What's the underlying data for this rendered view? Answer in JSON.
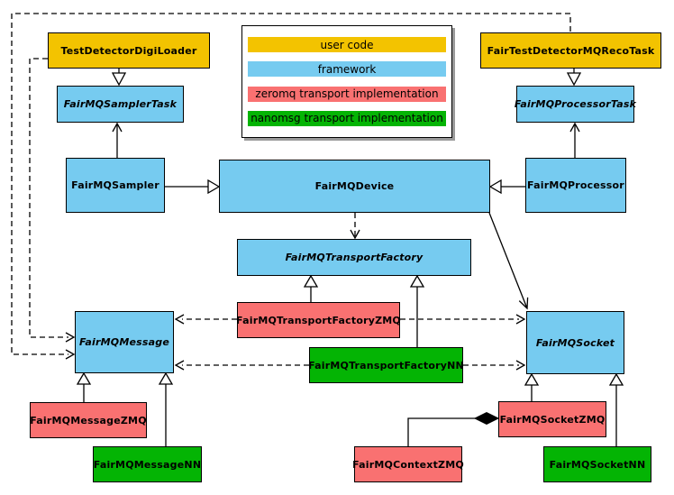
{
  "palette": {
    "user-code": "#F3C300",
    "framework": "#76CBF0",
    "zeromq": "#F97171",
    "nanomsg": "#04B404",
    "line": "#000000",
    "bg": "#FFFFFF"
  },
  "legend": {
    "items": [
      {
        "id": "user-code",
        "label": "user code"
      },
      {
        "id": "framework",
        "label": "framework"
      },
      {
        "id": "zeromq",
        "label": "zeromq transport implementation"
      },
      {
        "id": "nanomsg",
        "label": "nanomsg transport implementation"
      }
    ]
  },
  "nodes": {
    "digiloader": {
      "label": "TestDetectorDigiLoader",
      "category": "user-code",
      "abstract": false
    },
    "recotask": {
      "label": "FairTestDetectorMQRecoTask",
      "category": "user-code",
      "abstract": false
    },
    "samplertask": {
      "label": "FairMQSamplerTask",
      "category": "framework",
      "abstract": true
    },
    "processortask": {
      "label": "FairMQProcessorTask",
      "category": "framework",
      "abstract": true
    },
    "sampler": {
      "label": "FairMQSampler",
      "category": "framework",
      "abstract": false
    },
    "device": {
      "label": "FairMQDevice",
      "category": "framework",
      "abstract": false
    },
    "processor": {
      "label": "FairMQProcessor",
      "category": "framework",
      "abstract": false
    },
    "factory": {
      "label": "FairMQTransportFactory",
      "category": "framework",
      "abstract": true
    },
    "factoryzmq": {
      "label": "FairMQTransportFactoryZMQ",
      "category": "zeromq",
      "abstract": false
    },
    "factorynn": {
      "label": "FairMQTransportFactoryNN",
      "category": "nanomsg",
      "abstract": false
    },
    "message": {
      "label": "FairMQMessage",
      "category": "framework",
      "abstract": true
    },
    "socket": {
      "label": "FairMQSocket",
      "category": "framework",
      "abstract": true
    },
    "messagezmq": {
      "label": "FairMQMessageZMQ",
      "category": "zeromq",
      "abstract": false
    },
    "messagenn": {
      "label": "FairMQMessageNN",
      "category": "nanomsg",
      "abstract": false
    },
    "socketzmq": {
      "label": "FairMQSocketZMQ",
      "category": "zeromq",
      "abstract": false
    },
    "socketnn": {
      "label": "FairMQSocketNN",
      "category": "nanomsg",
      "abstract": false
    },
    "contextzmq": {
      "label": "FairMQContextZMQ",
      "category": "zeromq",
      "abstract": false
    }
  },
  "edges": [
    {
      "from": "TestDetectorDigiLoader",
      "to": "FairMQSamplerTask",
      "type": "inheritance"
    },
    {
      "from": "FairTestDetectorMQRecoTask",
      "to": "FairMQProcessorTask",
      "type": "inheritance"
    },
    {
      "from": "FairMQSampler",
      "to": "FairMQSamplerTask",
      "type": "association"
    },
    {
      "from": "FairMQProcessor",
      "to": "FairMQProcessorTask",
      "type": "association"
    },
    {
      "from": "FairMQSampler",
      "to": "FairMQDevice",
      "type": "inheritance"
    },
    {
      "from": "FairMQProcessor",
      "to": "FairMQDevice",
      "type": "inheritance"
    },
    {
      "from": "FairMQDevice",
      "to": "FairMQTransportFactory",
      "type": "dependency"
    },
    {
      "from": "FairMQDevice",
      "to": "FairMQSocket",
      "type": "association"
    },
    {
      "from": "TestDetectorDigiLoader",
      "to": "FairMQMessage",
      "type": "dependency"
    },
    {
      "from": "FairTestDetectorMQRecoTask",
      "to": "FairMQMessage",
      "type": "dependency"
    },
    {
      "from": "FairMQTransportFactoryZMQ",
      "to": "FairMQTransportFactory",
      "type": "inheritance"
    },
    {
      "from": "FairMQTransportFactoryNN",
      "to": "FairMQTransportFactory",
      "type": "inheritance"
    },
    {
      "from": "FairMQTransportFactoryZMQ",
      "to": "FairMQMessage",
      "type": "dependency"
    },
    {
      "from": "FairMQTransportFactoryZMQ",
      "to": "FairMQSocket",
      "type": "dependency"
    },
    {
      "from": "FairMQTransportFactoryNN",
      "to": "FairMQMessage",
      "type": "dependency"
    },
    {
      "from": "FairMQTransportFactoryNN",
      "to": "FairMQSocket",
      "type": "dependency"
    },
    {
      "from": "FairMQMessageZMQ",
      "to": "FairMQMessage",
      "type": "inheritance"
    },
    {
      "from": "FairMQMessageNN",
      "to": "FairMQMessage",
      "type": "inheritance"
    },
    {
      "from": "FairMQSocketZMQ",
      "to": "FairMQSocket",
      "type": "inheritance"
    },
    {
      "from": "FairMQSocketNN",
      "to": "FairMQSocket",
      "type": "inheritance"
    },
    {
      "from": "FairMQContextZMQ",
      "to": "FairMQSocketZMQ",
      "type": "composition"
    }
  ]
}
